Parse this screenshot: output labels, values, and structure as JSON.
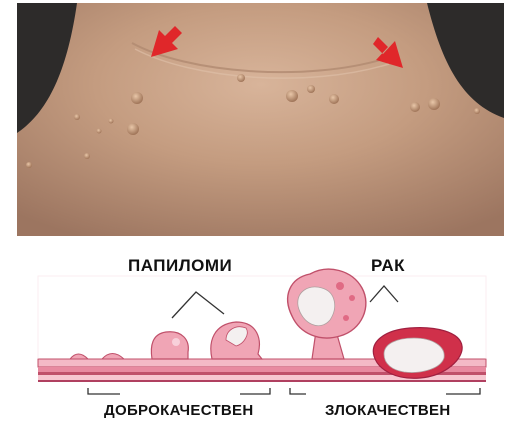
{
  "labels": {
    "papillomas": "ПАПИЛОМИ",
    "cancer": "РАК",
    "benign": "ДОБРОКАЧЕСТВЕН",
    "malignant": "ЗЛОКАЧЕСТВЕН"
  },
  "colors": {
    "skin_light": "#c9a38a",
    "skin_dark": "#8a6550",
    "background_dark": "#2f2f2f",
    "arrow_red": "#e0272a",
    "tissue_pink": "#f0a5b5",
    "tissue_outline": "#c0506a",
    "tumor_white": "#f4f0f0",
    "tumor_red": "#d0304a"
  },
  "icons": {
    "photo_arrows": "red-arrow-icon"
  }
}
